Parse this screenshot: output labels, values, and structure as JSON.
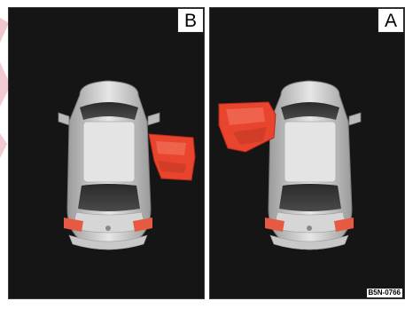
{
  "panels": {
    "b": {
      "label": "B"
    },
    "a": {
      "label": "A"
    }
  },
  "image_code": "B5N-0766",
  "colors": {
    "panel_bg": "#151515",
    "door_highlight": "#e8442e",
    "taillight": "#e55a40",
    "car_body": "#cfcfcf"
  }
}
